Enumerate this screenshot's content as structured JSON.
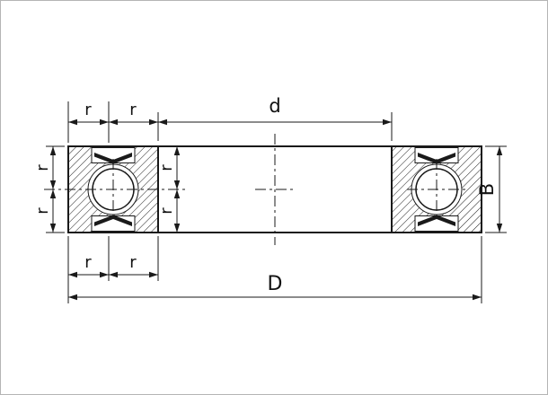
{
  "drawing": {
    "background": "#ffffff",
    "line_color": "#1a1a1a",
    "labels": {
      "r_top_outer": "r",
      "r_top_inner": "r",
      "d": "d",
      "r_left_upper": "r",
      "r_left_lower": "r",
      "r_inner_upper": "r",
      "r_inner_lower": "r",
      "B": "B",
      "r_bottom_outer": "r",
      "r_bottom_inner": "r",
      "D": "D"
    }
  }
}
